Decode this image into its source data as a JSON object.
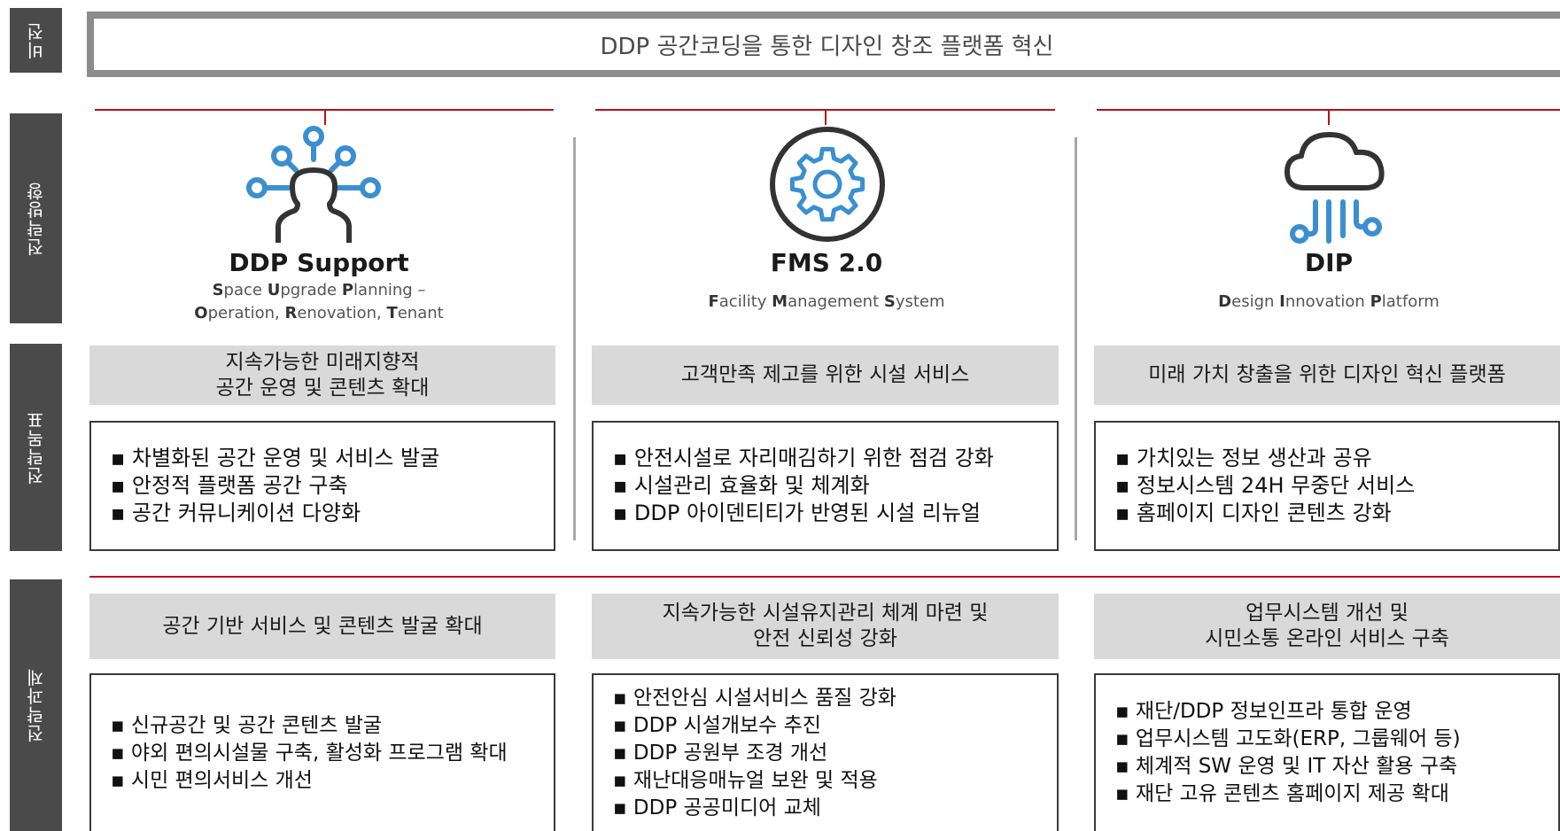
{
  "sidebar": {
    "vision": "비전",
    "strategy": "전략방향",
    "goal": "전략목표",
    "task": "전략과제"
  },
  "vision": {
    "text": "DDP 공간코딩을 통한 디자인 창조 플랫폼 혁신"
  },
  "columns": [
    {
      "icon": "person-network-icon",
      "title": "DDP Support",
      "subtitle_line1": [
        {
          "initial": "S",
          "rest": "pace "
        },
        {
          "initial": "U",
          "rest": "pgrade "
        },
        {
          "initial": "P",
          "rest": "lanning –"
        }
      ],
      "subtitle_line2": [
        {
          "initial": "O",
          "rest": "peration, "
        },
        {
          "initial": "R",
          "rest": "enovation, "
        },
        {
          "initial": "T",
          "rest": "enant"
        }
      ],
      "goal": "지속가능한 미래지향적\n공간 운영 및 콘텐츠 확대",
      "goal_items": [
        "차별화된 공간 운영 및 서비스 발굴",
        "안정적 플랫폼 공간 구축",
        "공간 커뮤니케이션 다양화"
      ],
      "task": "공간 기반 서비스 및 콘텐츠 발굴 확대",
      "task_items": [
        "신규공간 및 공간 콘텐츠 발굴",
        "야외 편의시설물 구축, 활성화 프로그램 확대",
        "시민 편의서비스 개선"
      ]
    },
    {
      "icon": "gear-icon",
      "title": "FMS 2.0",
      "subtitle_line1": [
        {
          "initial": "F",
          "rest": "acility "
        },
        {
          "initial": "M",
          "rest": "anagement "
        },
        {
          "initial": "S",
          "rest": "ystem"
        }
      ],
      "subtitle_line2": [],
      "goal": "고객만족 제고를 위한 시설 서비스",
      "goal_items": [
        "안전시설로 자리매김하기 위한 점검 강화",
        "시설관리 효율화 및 체계화",
        "DDP 아이덴티티가 반영된 시설 리뉴얼"
      ],
      "task": "지속가능한 시설유지관리 체계 마련 및\n안전 신뢰성 강화",
      "task_items": [
        "안전안심 시설서비스 품질 강화",
        "DDP 시설개보수 추진",
        "DDP 공원부 조경 개선",
        "재난대응매뉴얼 보완 및 적용",
        "DDP 공공미디어 교체"
      ]
    },
    {
      "icon": "cloud-network-icon",
      "title": "DIP",
      "subtitle_line1": [
        {
          "initial": "D",
          "rest": "esign "
        },
        {
          "initial": "I",
          "rest": "nnovation "
        },
        {
          "initial": "P",
          "rest": "latform"
        }
      ],
      "subtitle_line2": [],
      "goal": "미래 가치 창출을 위한 디자인 혁신 플랫폼",
      "goal_items": [
        "가치있는 정보 생산과 공유",
        "정보시스템 24H 무중단 서비스",
        "홈페이지 디자인 콘텐츠 강화"
      ],
      "task": "업무시스템 개선 및\n시민소통 온라인 서비스 구축",
      "task_items": [
        "재단/DDP 정보인프라 통합 운영",
        "업무시스템 고도화(ERP, 그룹웨어 등)",
        "체계적 SW 운영 및 IT 자산 활용 구축",
        "재단 고유 콘텐츠 홈페이지 제공 확대"
      ]
    }
  ],
  "colors": {
    "sidebar": "#4a4a4a",
    "accent_red": "#b5121b",
    "band_gray": "#d9d9d9",
    "icon_blue": "#3b8fd1",
    "icon_dark": "#333333"
  }
}
